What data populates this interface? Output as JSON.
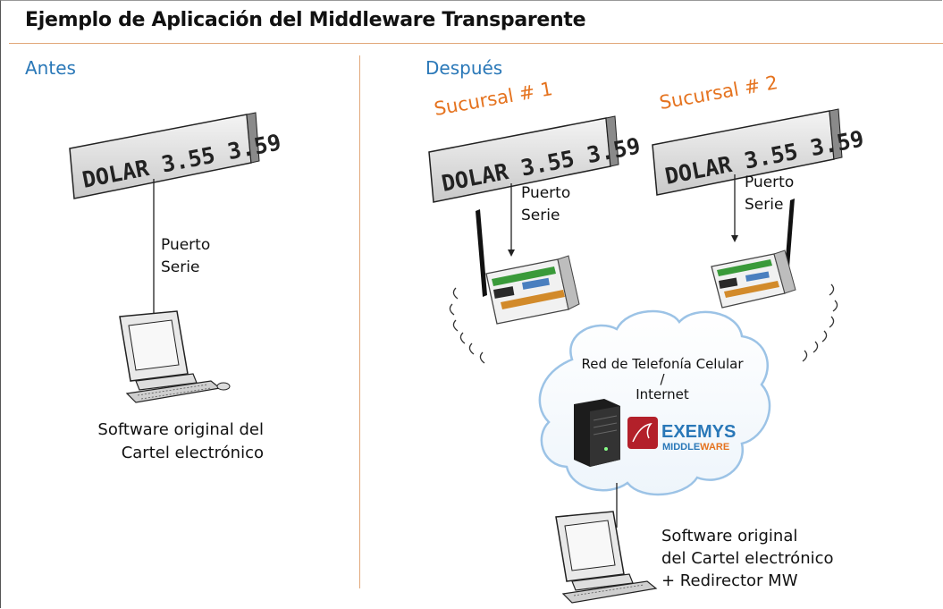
{
  "header": {
    "title": "Ejemplo de Aplicación del Middleware Transparente"
  },
  "before": {
    "heading": "Antes",
    "display_text": "DOLAR 3.55 3.59",
    "port_label_1": "Puerto",
    "port_label_2": "Serie",
    "software_line_1": "Software original del",
    "software_line_2": "Cartel electrónico"
  },
  "after": {
    "heading": "Después",
    "branch_1": "Sucursal # 1",
    "branch_2": "Sucursal # 2",
    "display_text": "DOLAR 3.55 3.59",
    "port_label_1": "Puerto",
    "port_label_2": "Serie",
    "cloud_line_1": "Red de Telefonía Celular",
    "cloud_line_2": "/",
    "cloud_line_3": "Internet",
    "brand_name": "EXEMYS",
    "brand_sub_1": "MIDDLE",
    "brand_sub_2": "WARE",
    "software_line_1": "Software original",
    "software_line_2": "del Cartel electrónico",
    "software_line_3": "+ Redirector MW"
  },
  "colors": {
    "section": "#2a78b8",
    "branch": "#e5731f",
    "rule": "#e2a87a",
    "brand_blue": "#2a78b8",
    "brand_red": "#b3202a"
  },
  "icons": [
    "led-display-icon",
    "computer-icon",
    "modem-icon",
    "server-icon",
    "cloud-icon",
    "exemys-logo-icon",
    "signal-waves-icon"
  ]
}
